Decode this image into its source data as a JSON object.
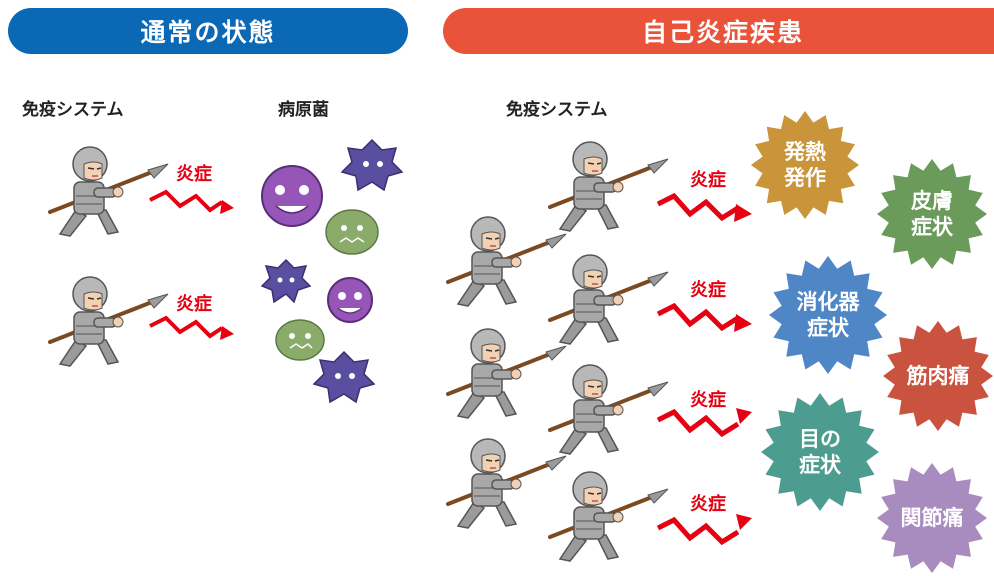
{
  "left_header": {
    "title": "通常の状態",
    "color": "#0b68b4"
  },
  "right_header": {
    "title": "自己炎症疾患",
    "color": "#e8533a"
  },
  "left_panel": {
    "immune_label": "免疫システム",
    "pathogen_label": "病原菌",
    "inflammation_labels": [
      "炎症",
      "炎症"
    ]
  },
  "right_panel": {
    "immune_label": "免疫システム",
    "inflammation_labels": [
      "炎症",
      "炎症",
      "炎症",
      "炎症"
    ]
  },
  "symptoms": [
    {
      "lines": [
        "発熱",
        "発作"
      ],
      "color": "#c9943a"
    },
    {
      "lines": [
        "皮膚",
        "症状"
      ],
      "color": "#6a9b5a"
    },
    {
      "lines": [
        "消化器",
        "症状"
      ],
      "color": "#4f86c6"
    },
    {
      "lines": [
        "筋肉痛"
      ],
      "color": "#c9533f"
    },
    {
      "lines": [
        "目の",
        "症状"
      ],
      "color": "#4c9c90"
    },
    {
      "lines": [
        "関節痛"
      ],
      "color": "#a88cc0"
    }
  ],
  "colors": {
    "inflammation_text": "#e60012",
    "arrow": "#e60012",
    "germ_purple": "#9656b8",
    "germ_green": "#8bab6a",
    "germ_violet": "#5a4ea0"
  }
}
